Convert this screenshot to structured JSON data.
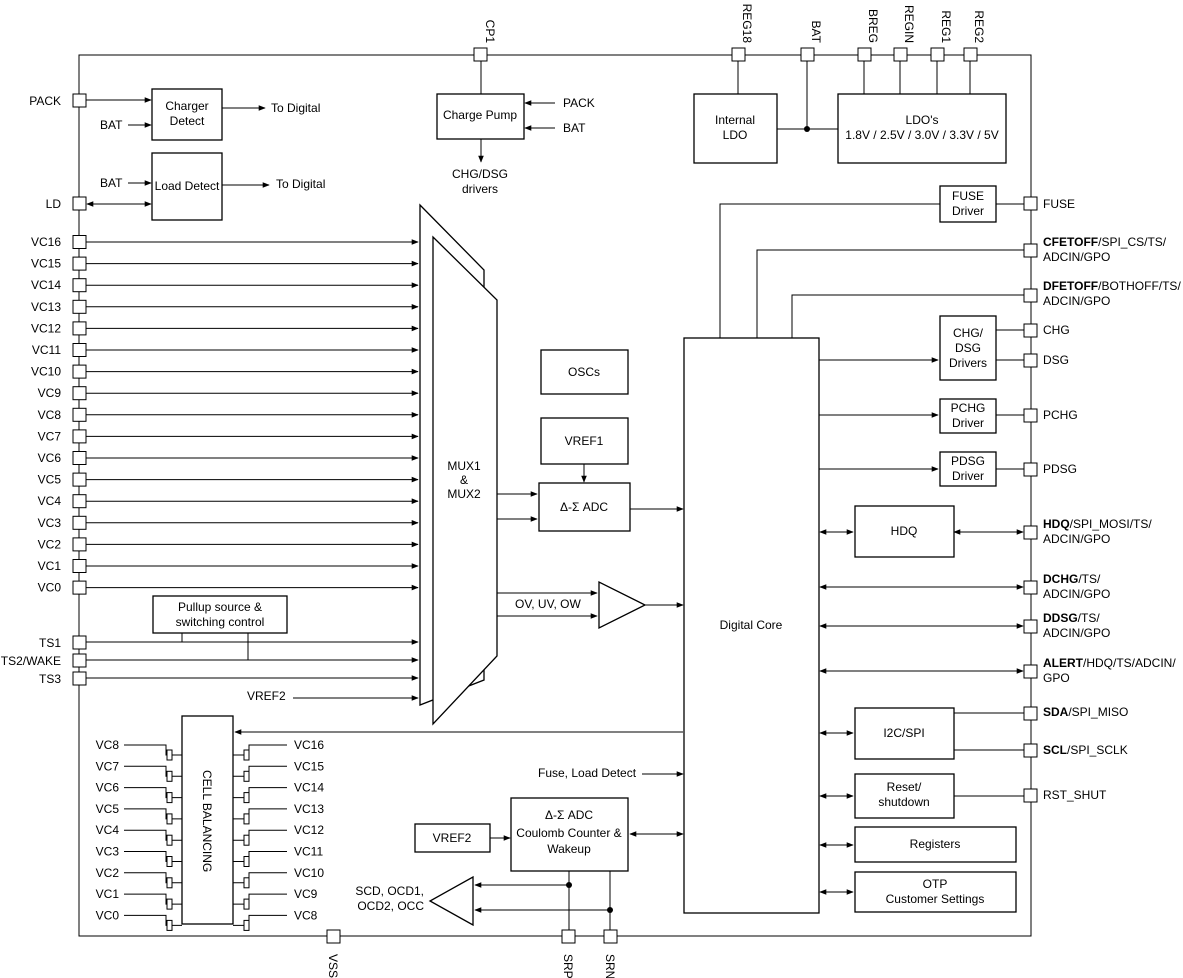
{
  "pins_top": {
    "cp1": "CP1",
    "reg18": "REG18",
    "bat": "BAT",
    "breg": "BREG",
    "regin": "REGIN",
    "reg1": "REG1",
    "reg2": "REG2"
  },
  "pins_bottom": {
    "vss": "VSS",
    "srp": "SRP",
    "srn": "SRN"
  },
  "left_pins": {
    "pack": "PACK",
    "ld": "LD",
    "vc": [
      "VC16",
      "VC15",
      "VC14",
      "VC13",
      "VC12",
      "VC11",
      "VC10",
      "VC9",
      "VC8",
      "VC7",
      "VC6",
      "VC5",
      "VC4",
      "VC3",
      "VC2",
      "VC1",
      "VC0"
    ],
    "ts1": "TS1",
    "ts2": "TS2/WAKE",
    "ts3": "TS3"
  },
  "right_pins": {
    "fuse": "FUSE",
    "cfetoff": {
      "bold": "CFETOFF",
      "rest1": "/SPI_CS/TS/",
      "rest2": "ADCIN/GPO"
    },
    "dfetoff": {
      "bold": "DFETOFF",
      "rest1": "/BOTHOFF/TS/",
      "rest2": "ADCIN/GPO"
    },
    "chg": "CHG",
    "dsg": "DSG",
    "pchg": "PCHG",
    "pdsg": "PDSG",
    "hdq": {
      "bold": "HDQ",
      "rest1": "/SPI_MOSI/TS/",
      "rest2": "ADCIN/GPO"
    },
    "dchg": {
      "bold": "DCHG",
      "rest1": "/TS/",
      "rest2": "ADCIN/GPO"
    },
    "ddsg": {
      "bold": "DDSG",
      "rest1": "/TS/",
      "rest2": "ADCIN/GPO"
    },
    "alert": {
      "bold": "ALERT",
      "rest1": "/HDQ/TS/ADCIN/",
      "rest2": "GPO"
    },
    "sda": {
      "bold": "SDA",
      "rest1": "/SPI_MISO"
    },
    "scl": {
      "bold": "SCL",
      "rest1": "/SPI_SCLK"
    },
    "rst": "RST_SHUT"
  },
  "blocks": {
    "charger_detect": [
      "Charger",
      "Detect"
    ],
    "load_detect": "Load Detect",
    "charge_pump": "Charge Pump",
    "chg_dsg_drivers_label": [
      "CHG/DSG",
      "drivers"
    ],
    "internal_ldo": [
      "Internal",
      "LDO"
    ],
    "ldos": [
      "LDO's",
      "1.8V / 2.5V / 3.0V / 3.3V / 5V"
    ],
    "fuse_driver": [
      "FUSE",
      "Driver"
    ],
    "chg_dsg_driver_block": [
      "CHG/",
      "DSG",
      "Drivers"
    ],
    "pchg_driver": [
      "PCHG",
      "Driver"
    ],
    "pdsg_driver": [
      "PDSG",
      "Driver"
    ],
    "hdq": "HDQ",
    "i2c_spi": "I2C/SPI",
    "reset": [
      "Reset/",
      "shutdown"
    ],
    "registers": "Registers",
    "otp": [
      "OTP",
      "Customer Settings"
    ],
    "oscs": "OSCs",
    "vref1": "VREF1",
    "adc": "Δ-Σ  ADC",
    "mux": [
      "MUX1",
      "&",
      "MUX2"
    ],
    "digital_core": "Digital Core",
    "pullup": [
      "Pullup source &",
      "switching control"
    ],
    "cell_balancing": "CELL BALANCING",
    "cc_adc": [
      "Δ-Σ ADC",
      "Coulomb Counter &",
      "Wakeup"
    ],
    "vref2_box": "VREF2"
  },
  "labels": {
    "bat": "BAT",
    "pack": "PACK",
    "to_digital": "To Digital",
    "ov_uv_ow": "OV, UV, OW",
    "vref2": "VREF2",
    "fuse_load_detect": "Fuse, Load Detect",
    "scd": [
      "SCD, OCD1,",
      "OCD2, OCC"
    ],
    "cb_left": [
      "VC8",
      "VC7",
      "VC6",
      "VC5",
      "VC4",
      "VC3",
      "VC2",
      "VC1",
      "VC0"
    ],
    "cb_right": [
      "VC16",
      "VC15",
      "VC14",
      "VC13",
      "VC12",
      "VC11",
      "VC10",
      "VC9",
      "VC8"
    ]
  }
}
